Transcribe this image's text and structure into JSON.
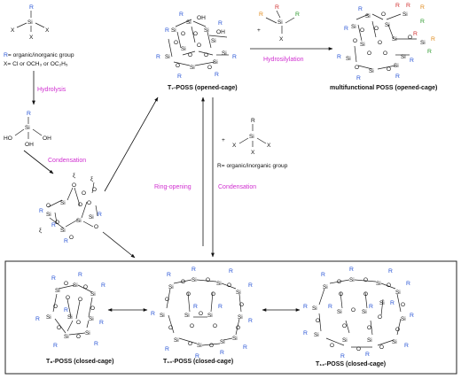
{
  "colors": {
    "r_group": "#2a56d6",
    "reaction_label": "#d02fd0",
    "orange_r": "#e08a1a",
    "green_r": "#2f9a2f",
    "red_r": "#d03030",
    "box": "#222222"
  },
  "monomer": {
    "r": "R",
    "si": "Si",
    "x": "X"
  },
  "legend": {
    "r_prefix": "R",
    "r_def": "= organic/inorganic group",
    "x_def": "X= Cl or OCH₃ or OC₂H₅"
  },
  "labels": {
    "hydrolysis": "Hydrolysis",
    "condensation": "Condensation",
    "hydrosilylation": "Hydrosilylation",
    "ring_opening": "Ring-opening",
    "condensation2": "Condensation"
  },
  "silanol": {
    "r": "R",
    "si": "Si",
    "oh_left": "HO",
    "oh_right": "OH",
    "oh_bottom": "OH"
  },
  "t7": {
    "title": "T₇-POSS (opened-cage)"
  },
  "multi": {
    "title": "multifunctional POSS (opened-cage)"
  },
  "reagent_top": {
    "plus": "+",
    "si": "Si",
    "x": "X"
  },
  "reagent_mid": {
    "plus": "+",
    "si": "Si",
    "x": "X",
    "note": "R= organic/inorganic group"
  },
  "t8": {
    "title": "T₈-POSS (closed-cage)"
  },
  "t10": {
    "title": "T₁₀-POSS (closed-cage)"
  },
  "t12": {
    "title": "T₁₂-POSS (closed-cage)"
  }
}
